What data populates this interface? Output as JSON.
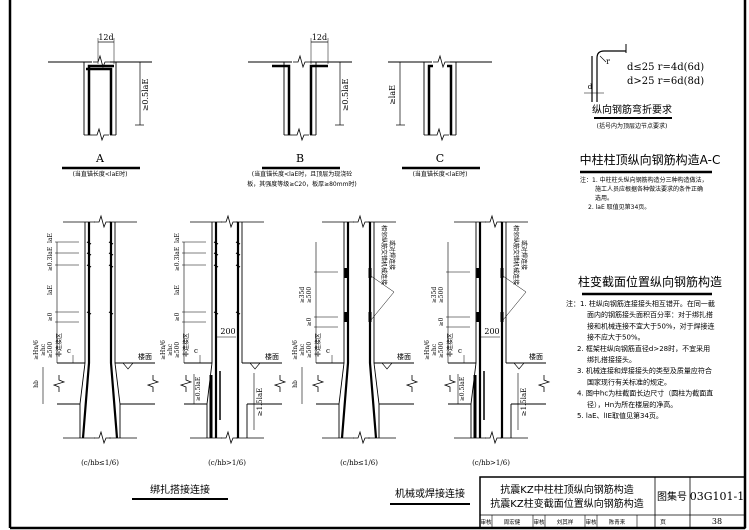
{
  "colors": {
    "ink": "#000000",
    "paper": "#ffffff"
  },
  "top_details": [
    {
      "label": "A",
      "dim": "12d",
      "vdim": "≥0.5laE",
      "note": [
        "(当直锚长度<laE时)"
      ]
    },
    {
      "label": "B",
      "dim": "12d",
      "vdim": "≥0.5laE",
      "note": [
        "(当直锚长度<laE时，且顶层为现浇砼",
        "板，其强度等级≥C20，板厚≥80mm时)"
      ]
    },
    {
      "label": "C",
      "vdim": "≥laE",
      "note": [
        "(当直锚长度<laE时)"
      ]
    }
  ],
  "bend": {
    "r": "r",
    "d": "d",
    "rule1": "d≤25  r=4d(6d)",
    "rule2": "d>25  r=6d(8d)",
    "title": "纵向钢筋弯折要求",
    "subtitle": "(括号内为顶层边节点要求)"
  },
  "section1": {
    "title": "中柱柱顶纵向钢筋构造A-C",
    "notes": [
      "注：1. 中柱柱头纵向钢筋构造分三种构造做法，",
      "施工人员应根据各种做法要求的条件正确",
      "选用。",
      "2. laE 取值见第34页。"
    ]
  },
  "section2": {
    "title": "柱变截面位置纵向钢筋构造",
    "notes": [
      "注：1. 柱纵向钢筋连接接头相互错开。在同一截",
      "面内的钢筋接头面积百分率：对于绑扎搭",
      "接和机械连接不宜大于50%，对于焊接连",
      "接不应大于50%。",
      "2. 框架柱纵向钢筋直径d>28时，不宜采用",
      "绑扎搭接接头。",
      "3. 机械连接和焊接接头的类型及质量应符合",
      "国家现行有关标准的规定。",
      "4. 图中hc为柱截面长边尺寸（圆柱为截面直",
      "径），Hn为所在楼层的净高。",
      "5. laE、lIE取值见第34页。"
    ]
  },
  "labels": {
    "lae": "laE",
    "ge03lae": "≥0.3laE",
    "ge0": "≥0",
    "hn6": "≥Hn/6",
    "hc": "≥hc",
    "ge500": "≥500",
    "nonzone": "非连接区",
    "c": "c",
    "floor": "楼面",
    "hb": "hb",
    "d200": "200",
    "ge05lae": "≥0.5laE",
    "ge15lae": "≥1.5laE",
    "ge35d": "≥35d",
    "mech_note1": "相邻纵筋交错机械连接",
    "mech_note2": "或对焊连接"
  },
  "captions": [
    "(c/hb≤1/6)",
    "(c/hb>1/6)",
    "(c/hb≤1/6)",
    "(c/hb>1/6)"
  ],
  "group_titles": {
    "lap": "绑扎搭接连接",
    "mech": "机械或焊接连接"
  },
  "title_block": {
    "title1": "抗震KZ中柱柱顶纵向钢筋构造",
    "title2": "抗震KZ柱变截面位置纵向钢筋构造",
    "atlas_label": "图集号",
    "atlas_no": "03G101-1",
    "signatures": [
      "审核",
      "周宏健",
      "审核",
      "刘其祥",
      "审核",
      "陈青来"
    ],
    "page_label": "页",
    "page_no": "38"
  }
}
